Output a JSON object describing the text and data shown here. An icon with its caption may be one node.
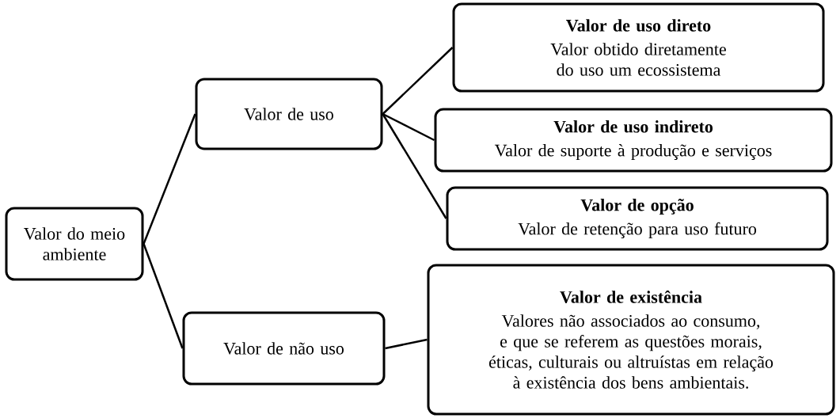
{
  "diagram": {
    "nodes": [
      {
        "text": [
          "Valor do meio ambiente"
        ]
      },
      {
        "text": [
          "Valor de uso"
        ]
      },
      {
        "text": [
          "Valor de não uso"
        ]
      },
      {
        "text": [
          "Valor de uso direto",
          "Valor obtido diretamente do uso um ecossistema"
        ]
      },
      {
        "text": [
          "Valor de uso indireto",
          "Valor de suporte à produção e serviços"
        ]
      },
      {
        "text": [
          "Valor de opção",
          "Valor de retenção para uso futuro"
        ]
      },
      {
        "text": [
          "Valor de existência",
          "Valores não associados ao consumo, e que se referem as questões morais, éticas, culturais ou altruístas em relação à existência dos bens ambientais."
        ]
      }
    ],
    "edges": [
      {
        "from": 0,
        "to": 1,
        "arrow": "none"
      },
      {
        "from": 0,
        "to": 2,
        "arrow": "none"
      },
      {
        "from": 1,
        "to": 3,
        "arrow": "none"
      },
      {
        "from": 1,
        "to": 4,
        "arrow": "none"
      },
      {
        "from": 1,
        "to": 5,
        "arrow": "none"
      },
      {
        "from": 2,
        "to": 6,
        "arrow": "none"
      }
    ]
  }
}
